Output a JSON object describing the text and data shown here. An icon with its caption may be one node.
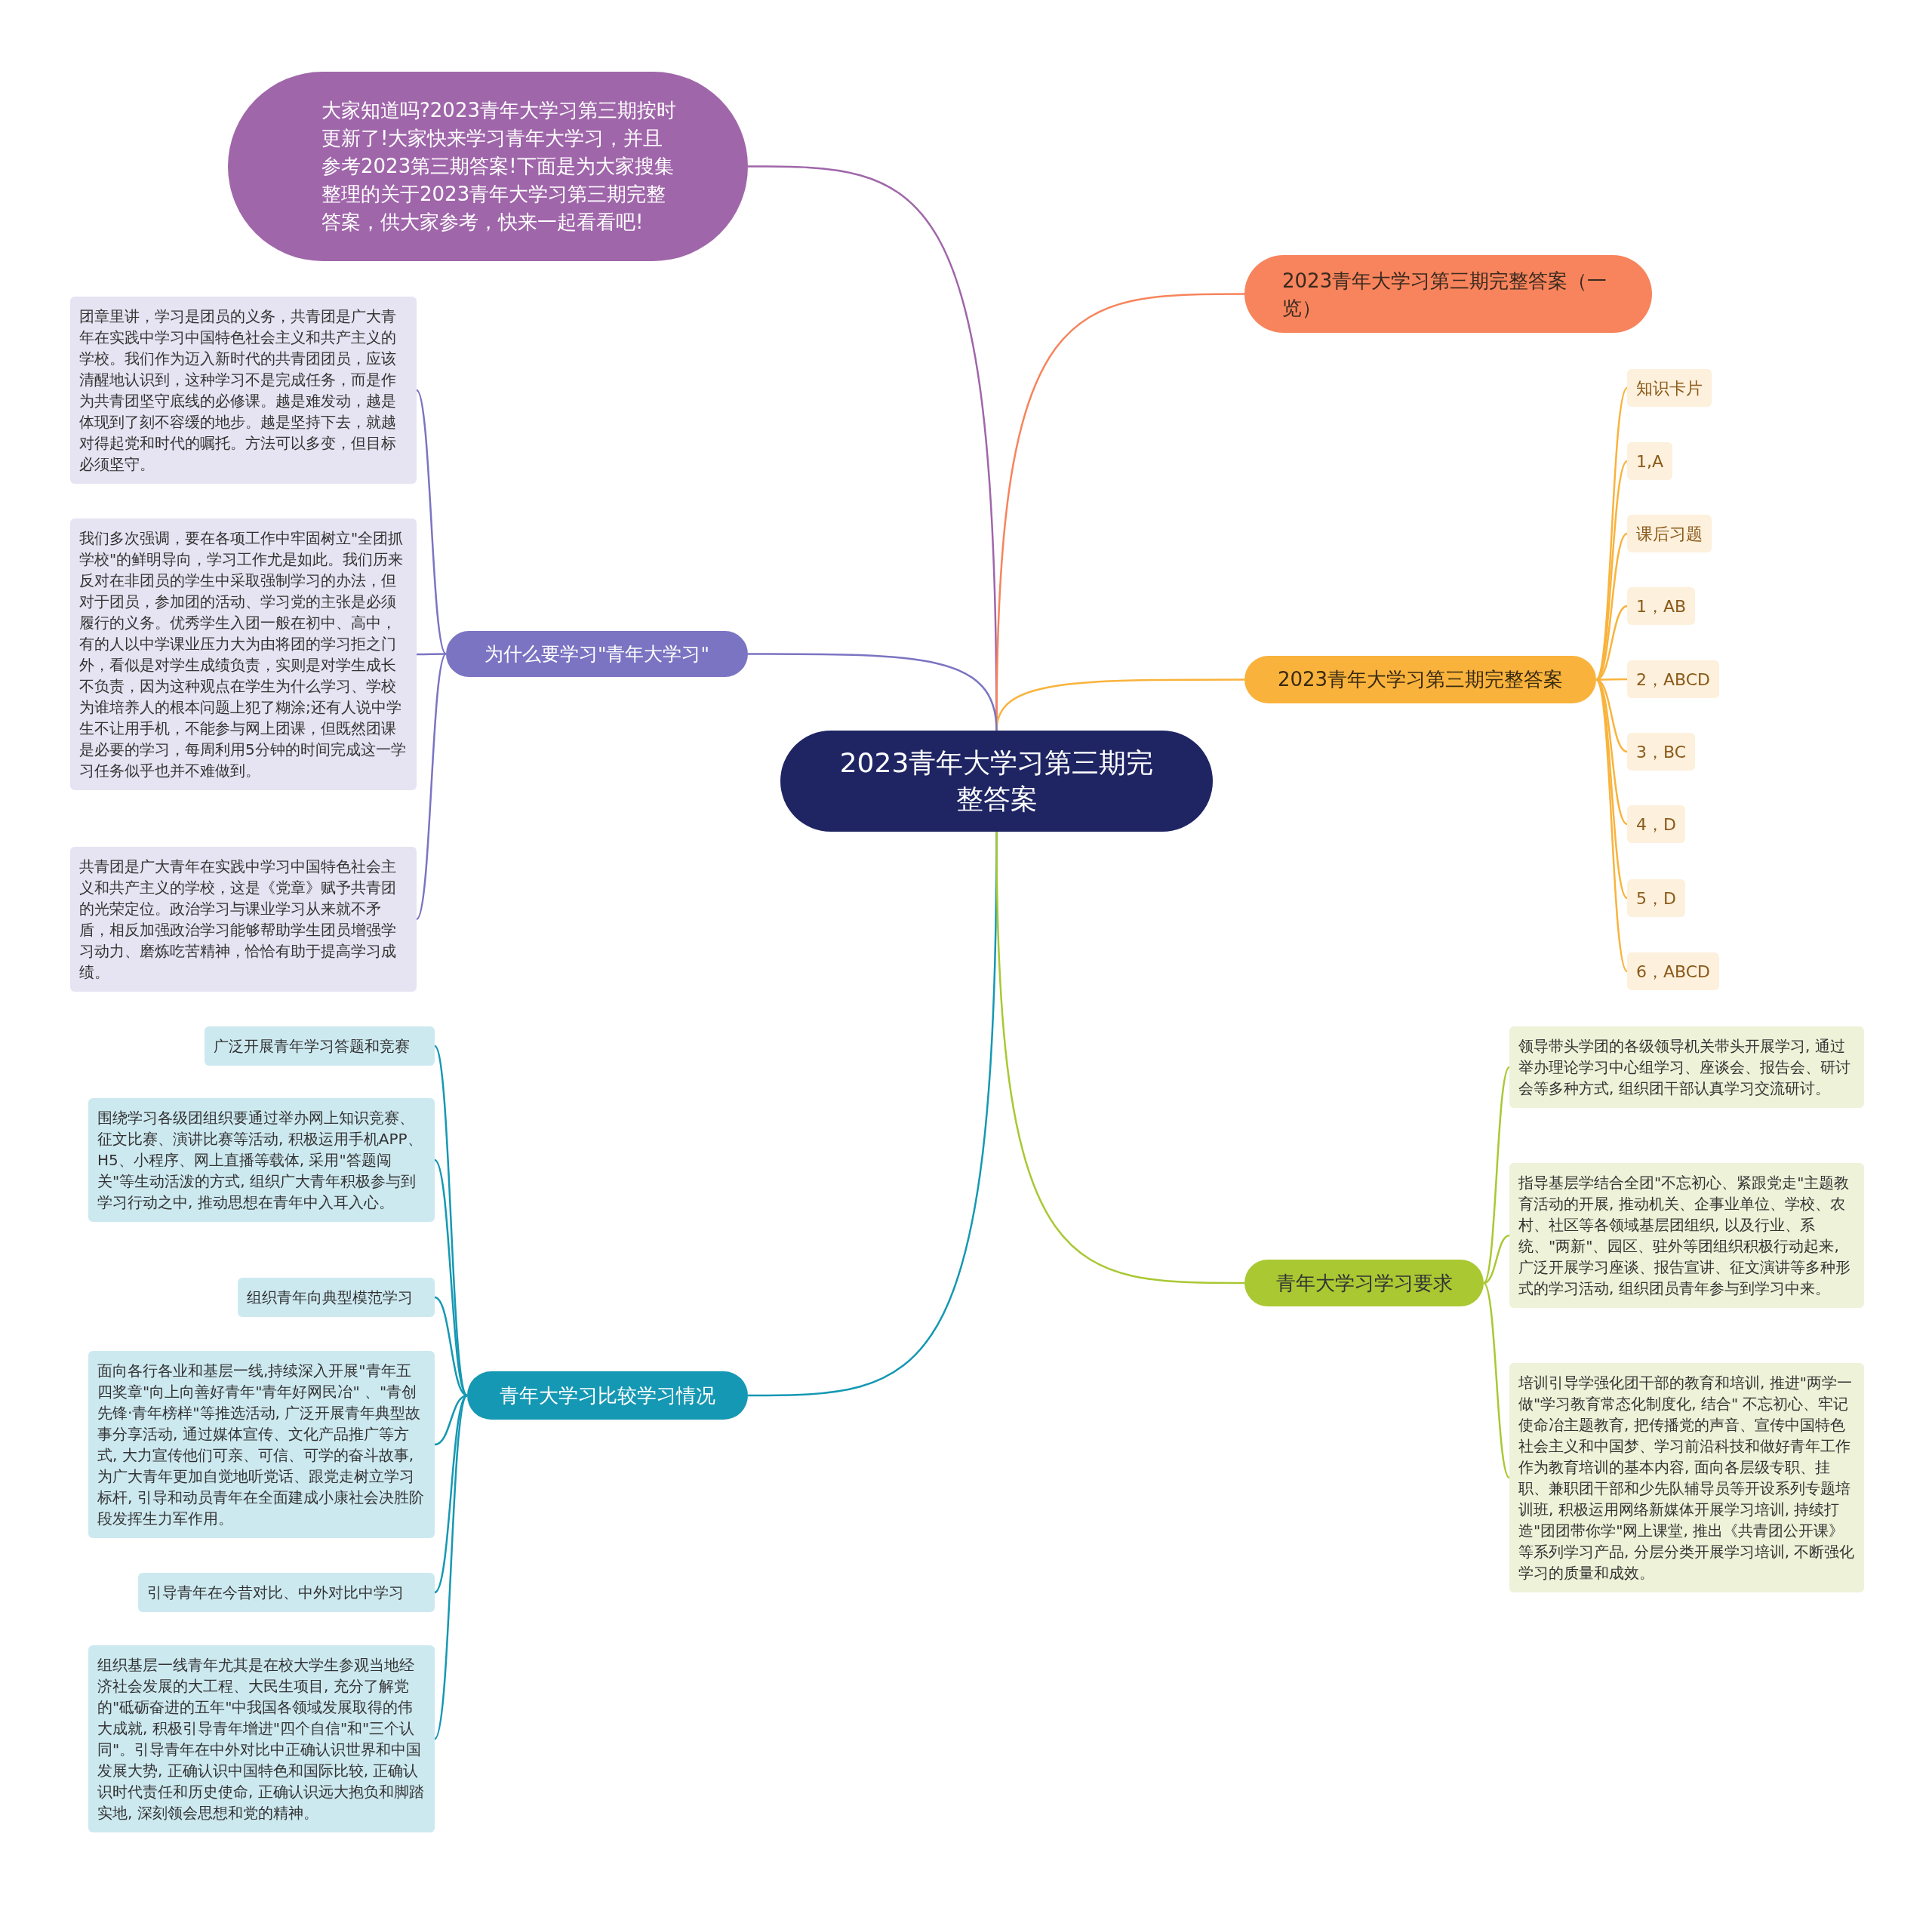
{
  "diagram": {
    "nodes": [
      {
        "text": [
          "2023青年大学习第三期完整答案"
        ]
      },
      {
        "text": [
          "大家知道吗?2023青年大学习第三期按时更新了!大家快来学习青年大学习，并且参考2023第三期答案!下面是为大家搜集整理的关于2023青年大学习第三期完整答案，供大家参考，快来一起看看吧!"
        ]
      },
      {
        "text": [
          "2023青年大学习第三期完整答案（一览）"
        ]
      },
      {
        "text": [
          "2023青年大学习第三期完整答案"
        ]
      },
      {
        "text": [
          "知识卡片"
        ]
      },
      {
        "text": [
          "1,A"
        ]
      },
      {
        "text": [
          "课后习题"
        ]
      },
      {
        "text": [
          "1，AB"
        ]
      },
      {
        "text": [
          "2，ABCD"
        ]
      },
      {
        "text": [
          "3，BC"
        ]
      },
      {
        "text": [
          "4，D"
        ]
      },
      {
        "text": [
          "5，D"
        ]
      },
      {
        "text": [
          "6，ABCD"
        ]
      },
      {
        "text": [
          "为什么要学习\"青年大学习\""
        ]
      },
      {
        "text": [
          "团章里讲，学习是团员的义务，共青团是广大青年在实践中学习中国特色社会主义和共产主义的学校。我们作为迈入新时代的共青团团员，应该清醒地认识到，这种学习不是完成任务，而是作为共青团坚守底线的必修课。越是难发动，越是体现到了刻不容缓的地步。越是坚持下去，就越对得起党和时代的嘱托。方法可以多变，但目标必须坚守。"
        ]
      },
      {
        "text": [
          "我们多次强调，要在各项工作中牢固树立\"全团抓学校\"的鲜明导向，学习工作尤是如此。我们历来反对在非团员的学生中采取强制学习的办法，但对于团员，参加团的活动、学习党的主张是必须履行的义务。优秀学生入团一般在初中、高中，有的人以中学课业压力大为由将团的学习拒之门外，看似是对学生成绩负责，实则是对学生成长不负责，因为这种观点在学生为什么学习、学校为谁培养人的根本问题上犯了糊涂;还有人说中学生不让用手机，不能参与网上团课，但既然团课是必要的学习，每周利用5分钟的时间完成这一学习任务似乎也并不难做到。"
        ]
      },
      {
        "text": [
          "共青团是广大青年在实践中学习中国特色社会主义和共产主义的学校，这是《党章》赋予共青团的光荣定位。政治学习与课业学习从来就不矛盾，相反加强政治学习能够帮助学生团员增强学习动力、磨炼吃苦精神，恰恰有助于提高学习成绩。"
        ]
      },
      {
        "text": [
          "青年大学习比较学习情况"
        ]
      },
      {
        "text": [
          "广泛开展青年学习答题和竞赛"
        ]
      },
      {
        "text": [
          "围绕学习各级团组织要通过举办网上知识竞赛、征文比赛、演讲比赛等活动, 积极运用手机APP、H5、小程序、网上直播等载体, 采用\"答题闯关\"等生动活泼的方式, 组织广大青年积极参与到学习行动之中, 推动思想在青年中入耳入心。"
        ]
      },
      {
        "text": [
          "组织青年向典型模范学习"
        ]
      },
      {
        "text": [
          "面向各行各业和基层一线,持续深入开展\"青年五四奖章\"向上向善好青年\"青年好网民冶\" 、\"青创先锋·青年榜样\"等推选活动, 广泛开展青年典型故事分享活动, 通过媒体宣传、文化产品推广等方式, 大力宣传他们可亲、可信、可学的奋斗故事, 为广大青年更加自觉地听党话、跟党走树立学习标杆, 引导和动员青年在全面建成小康社会决胜阶段发挥生力军作用。"
        ]
      },
      {
        "text": [
          "引导青年在今昔对比、中外对比中学习"
        ]
      },
      {
        "text": [
          "组织基层一线青年尤其是在校大学生参观当地经济社会发展的大工程、大民生项目, 充分了解党的\"砥砺奋进的五年\"中我国各领域发展取得的伟大成就, 积极引导青年增进\"四个自信\"和\"三个认同\"。引导青年在中外对比中正确认识世界和中国发展大势, 正确认识中国特色和国际比较, 正确认识时代责任和历史使命, 正确认识远大抱负和脚踏实地, 深刻领会思想和党的精神。"
        ]
      },
      {
        "text": [
          "青年大学习学习要求"
        ]
      },
      {
        "text": [
          "领导带头学团的各级领导机关带头开展学习, 通过举办理论学习中心组学习、座谈会、报告会、研讨会等多种方式, 组织团干部认真学习交流研讨。"
        ]
      },
      {
        "text": [
          "指导基层学结合全团\"不忘初心、紧跟党走\"主题教育活动的开展, 推动机关、企事业单位、学校、农村、社区等各领域基层团组织, 以及行业、系统、\"两新\"、园区、驻外等团组织积极行动起来, 广泛开展学习座谈、报告宣讲、征文演讲等多种形式的学习活动, 组织团员青年参与到学习中来。"
        ]
      },
      {
        "text": [
          "培训引导学强化团干部的教育和培训, 推进\"两学一做\"学习教育常态化制度化, 结合\" 不忘初心、牢记使命冶主题教育, 把传播党的声音、宣传中国特色社会主义和中国梦、学习前沿科技和做好青年工作作为教育培训的基本内容, 面向各层级专职、挂职、兼职团干部和少先队辅导员等开设系列专题培训班, 积极运用网络新媒体开展学习培训, 持续打造\"团团带你学\"网上课堂, 推出《共青团公开课》等系列学习产品, 分层分类开展学习培训, 不断强化学习的质量和成效。"
        ]
      }
    ],
    "edges": [
      {
        "from": 0,
        "to": 1,
        "arrow": "none",
        "color": "#a066aa"
      },
      {
        "from": 0,
        "to": 2,
        "arrow": "none",
        "color": "#f7845c"
      },
      {
        "from": 0,
        "to": 3,
        "arrow": "none",
        "color": "#f9b33c"
      },
      {
        "from": 3,
        "to": 4,
        "arrow": "none",
        "color": "#f9b33c"
      },
      {
        "from": 3,
        "to": 5,
        "arrow": "none",
        "color": "#f9b33c"
      },
      {
        "from": 3,
        "to": 6,
        "arrow": "none",
        "color": "#f9b33c"
      },
      {
        "from": 3,
        "to": 7,
        "arrow": "none",
        "color": "#f9b33c"
      },
      {
        "from": 3,
        "to": 8,
        "arrow": "none",
        "color": "#f9b33c"
      },
      {
        "from": 3,
        "to": 9,
        "arrow": "none",
        "color": "#f9b33c"
      },
      {
        "from": 3,
        "to": 10,
        "arrow": "none",
        "color": "#f9b33c"
      },
      {
        "from": 3,
        "to": 11,
        "arrow": "none",
        "color": "#f9b33c"
      },
      {
        "from": 3,
        "to": 12,
        "arrow": "none",
        "color": "#f9b33c"
      },
      {
        "from": 0,
        "to": 13,
        "arrow": "none",
        "color": "#7b74c2"
      },
      {
        "from": 13,
        "to": 14,
        "arrow": "none",
        "color": "#7b74c2"
      },
      {
        "from": 13,
        "to": 15,
        "arrow": "none",
        "color": "#7b74c2"
      },
      {
        "from": 13,
        "to": 16,
        "arrow": "none",
        "color": "#7b74c2"
      },
      {
        "from": 0,
        "to": 17,
        "arrow": "none",
        "color": "#1598b3"
      },
      {
        "from": 17,
        "to": 18,
        "arrow": "none",
        "color": "#1598b3"
      },
      {
        "from": 17,
        "to": 19,
        "arrow": "none",
        "color": "#1598b3"
      },
      {
        "from": 17,
        "to": 20,
        "arrow": "none",
        "color": "#1598b3"
      },
      {
        "from": 17,
        "to": 21,
        "arrow": "none",
        "color": "#1598b3"
      },
      {
        "from": 17,
        "to": 22,
        "arrow": "none",
        "color": "#1598b3"
      },
      {
        "from": 17,
        "to": 23,
        "arrow": "none",
        "color": "#1598b3"
      },
      {
        "from": 0,
        "to": 24,
        "arrow": "none",
        "color": "#a9c832"
      },
      {
        "from": 24,
        "to": 25,
        "arrow": "none",
        "color": "#a9c832"
      },
      {
        "from": 24,
        "to": 26,
        "arrow": "none",
        "color": "#a9c832"
      },
      {
        "from": 24,
        "to": 27,
        "arrow": "none",
        "color": "#a9c832"
      }
    ]
  }
}
